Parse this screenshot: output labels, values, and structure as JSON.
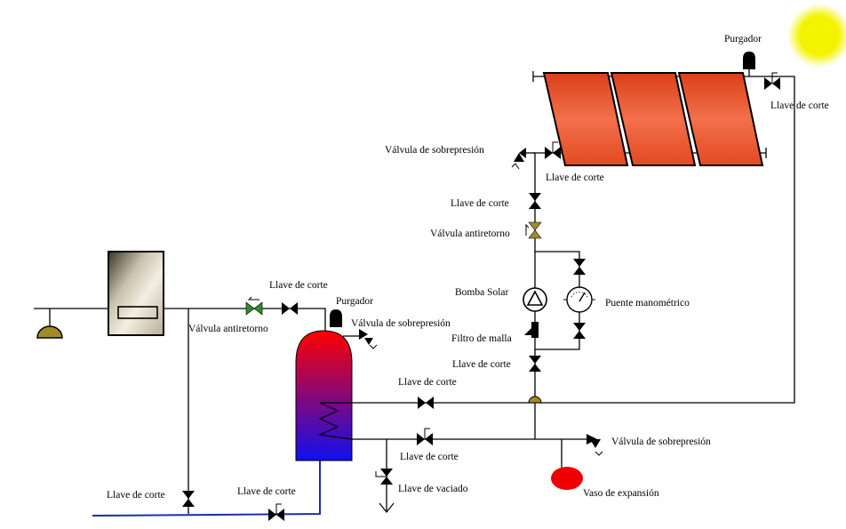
{
  "colors": {
    "sun": "#f3f300",
    "collector": "#f05a2a",
    "tank_top": "#ff0000",
    "tank_bottom": "#1010ee",
    "cold_pipe": "#1830b0",
    "expansion_vessel": "#ee0000",
    "check_valve_green": "#2f8a2f",
    "check_valve_olive": "#a08a2a",
    "boiler": "#d8cfbb"
  },
  "icons": {
    "valve": "gate-valve-icon",
    "check_valve": "check-valve-icon",
    "pump": "circulation-pump-icon",
    "gauge": "pressure-gauge-icon",
    "relief": "pressure-relief-valve-icon",
    "air_vent": "air-vent-icon",
    "filter": "mesh-filter-icon",
    "drain": "drain-funnel-icon"
  },
  "labels": {
    "purgador_collector": "Purgador",
    "llave_collector_right": "Llave de corte",
    "sobrepresion_collector": "Válvula de sobrepresión",
    "llave_collector_left": "Llave de corte",
    "llave_upper_line": "Llave de corte",
    "antiretorno_solar": "Válvula antiretorno",
    "bomba_solar": "Bomba Solar",
    "puente_manometrico": "Puente manométrico",
    "filtro_malla": "Filtro de malla",
    "llave_after_filter": "Llave de corte",
    "llave_boiler_line": "Llave de corte",
    "purgador_tank": "Purgador",
    "sobrepresion_tank": "Válvula de sobrepresión",
    "antiretorno_boiler": "Válvula antiretorno",
    "llave_coil_top": "Llave de corte",
    "llave_coil_bottom": "Llave de corte",
    "sobrepresion_return": "Válvula de sobrepresión",
    "vaso_expansion": "Vaso de expansión",
    "llave_vaciado": "Llave de vaciado",
    "llave_cold_vertical": "Llave de corte",
    "llave_cold_horizontal": "Llave de corte"
  }
}
